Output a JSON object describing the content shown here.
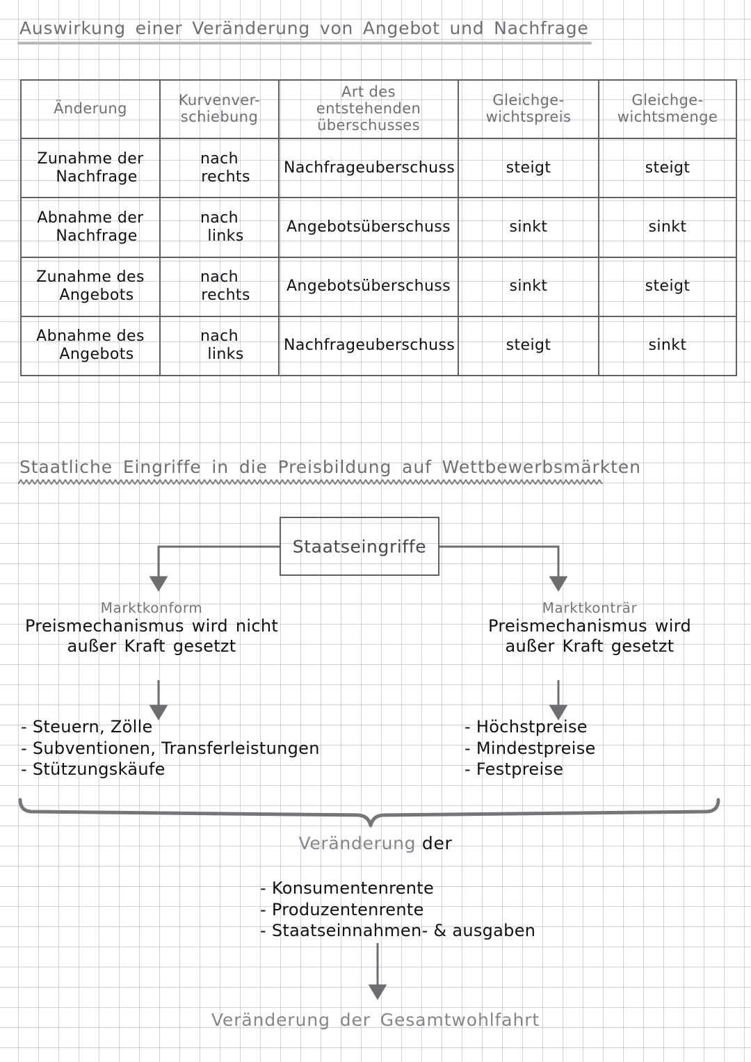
{
  "page": {
    "background": "squared-grid-paper",
    "grid_color": "#969baa",
    "ink_black": "#111111",
    "ink_gray": "#6f6f73",
    "line_color": "#5f6064"
  },
  "section1": {
    "title": "Auswirkung einer Veränderung von Angebot und Nachfrage",
    "table": {
      "headers": [
        "Änderung",
        "Kurvenver-\nschiebung",
        "Art des\nentstehenden\nüberschusses",
        "Gleichge-\nwichtspreis",
        "Gleichge-\nwichtsmenge"
      ],
      "header_lines": [
        [
          "Änderung"
        ],
        [
          "Kurvenver-",
          "schiebung"
        ],
        [
          "Art des",
          "entstehenden",
          "überschusses"
        ],
        [
          "Gleichge-",
          "wichtspreis"
        ],
        [
          "Gleichge-",
          "wichtsmenge"
        ]
      ],
      "rows": [
        {
          "aenderung_l1": "Zunahme der",
          "aenderung_l2": "Nachfrage",
          "kurve_l1": "nach",
          "kurve_l2": "rechts",
          "ueberschuss": "Nachfrageuberschuss",
          "preis": "steigt",
          "menge": "steigt"
        },
        {
          "aenderung_l1": "Abnahme der",
          "aenderung_l2": "Nachfrage",
          "kurve_l1": "nach",
          "kurve_l2": "links",
          "ueberschuss": "Angebotsüberschuss",
          "preis": "sinkt",
          "menge": "sinkt"
        },
        {
          "aenderung_l1": "Zunahme des",
          "aenderung_l2": "Angebots",
          "kurve_l1": "nach",
          "kurve_l2": "rechts",
          "ueberschuss": "Angebotsüberschuss",
          "preis": "sinkt",
          "menge": "steigt"
        },
        {
          "aenderung_l1": "Abnahme des",
          "aenderung_l2": "Angebots",
          "kurve_l1": "nach",
          "kurve_l2": "links",
          "ueberschuss": "Nachfrageuberschuss",
          "preis": "steigt",
          "menge": "sinkt"
        }
      ]
    }
  },
  "section2": {
    "title": "Staatliche Eingriffe in die Preisbildung auf Wettbewerbsmärkten",
    "root_box": "Staatseingriffe",
    "left_branch": {
      "title": "Marktkonform",
      "body_l1": "Preismechanismus wird nicht",
      "body_l2": "außer Kraft gesetzt",
      "items": [
        "- Steuern, Zölle",
        "- Subventionen, Transferleistungen",
        "- Stützungskäufe"
      ]
    },
    "right_branch": {
      "title": "Marktkonträr",
      "body_l1": "Preismechanismus wird",
      "body_l2": "außer Kraft gesetzt",
      "items": [
        "- Höchstpreise",
        "- Mindestpreise",
        "- Festpreise"
      ]
    },
    "merge_label_gray": "Veränderung",
    "merge_label_black": "der",
    "merge_items": [
      "- Konsumentenrente",
      "- Produzentenrente",
      "- Staatseinnahmen- & ausgaben"
    ],
    "final_label": "Veränderung der Gesamtwohlfahrt"
  }
}
